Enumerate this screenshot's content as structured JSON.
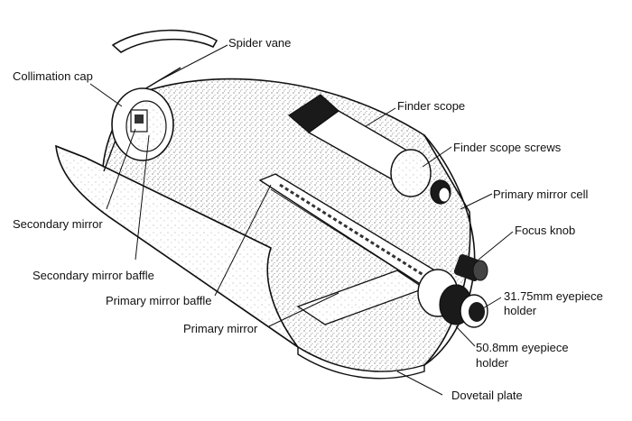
{
  "labels": {
    "spider_vane": "Spider vane",
    "collimation_cap": "Collimation cap",
    "finder_scope": "Finder scope",
    "finder_scope_screws": "Finder scope screws",
    "primary_mirror_cell": "Primary mirror cell",
    "focus_knob": "Focus knob",
    "eyepiece_31_line1": "31.75mm eyepiece",
    "eyepiece_31_line2": "holder",
    "eyepiece_50_line1": "50.8mm eyepiece",
    "eyepiece_50_line2": "holder",
    "dovetail_plate": "Dovetail plate",
    "secondary_mirror": "Secondary mirror",
    "secondary_mirror_baffle": "Secondary mirror baffle",
    "primary_mirror_baffle": "Primary mirror baffle",
    "primary_mirror": "Primary mirror"
  },
  "colors": {
    "line": "#111111",
    "stipple": "#555555",
    "dark": "#1a1a1a"
  }
}
